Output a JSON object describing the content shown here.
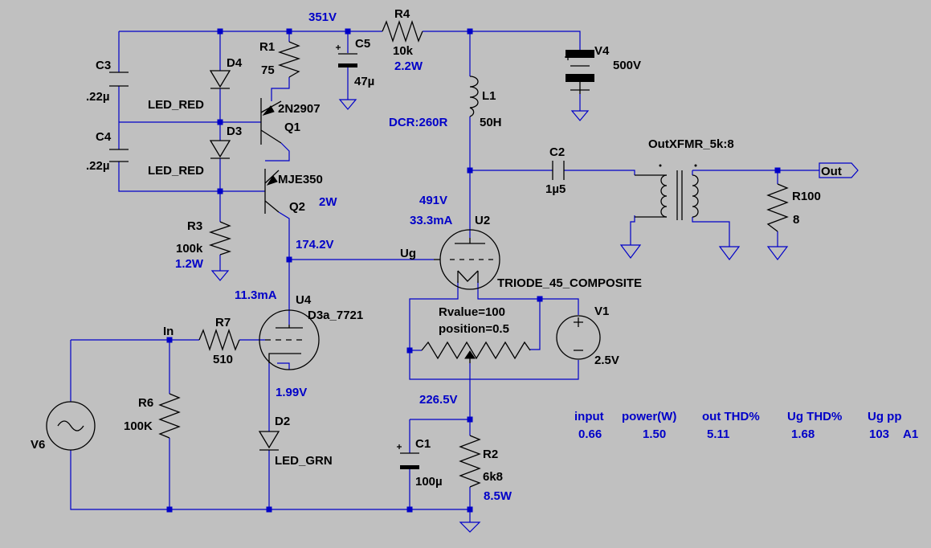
{
  "components": {
    "C3": {
      "name": "C3",
      "value": ".22µ"
    },
    "C4": {
      "name": "C4",
      "value": ".22µ"
    },
    "D4": {
      "name": "D4",
      "model": "LED_RED"
    },
    "D3": {
      "name": "D3",
      "model": "LED_RED"
    },
    "R1": {
      "name": "R1",
      "value": "75"
    },
    "Q1": {
      "name": "Q1",
      "model": "2N2907"
    },
    "Q2": {
      "name": "Q2",
      "model": "MJE350"
    },
    "C5": {
      "name": "C5",
      "value": "47µ"
    },
    "R4": {
      "name": "R4",
      "value": "10k",
      "power": "2.2W"
    },
    "V4": {
      "name": "V4",
      "value": "500V"
    },
    "L1": {
      "name": "L1",
      "value": "50H",
      "dcr": "DCR:260R"
    },
    "C2": {
      "name": "C2",
      "value": "1µ5"
    },
    "XFMR": {
      "model": "OutXFMR_5k:8"
    },
    "R100": {
      "name": "R100",
      "value": "8"
    },
    "R3": {
      "name": "R3",
      "value": "100k",
      "power": "1.2W"
    },
    "U2": {
      "name": "U2",
      "model": "TRIODE_45_COMPOSITE"
    },
    "U4": {
      "name": "U4",
      "model": "D3a_7721"
    },
    "R7": {
      "name": "R7",
      "value": "510"
    },
    "R6": {
      "name": "R6",
      "value": "100K"
    },
    "V6": {
      "name": "V6"
    },
    "D2": {
      "name": "D2",
      "model": "LED_GRN"
    },
    "C1": {
      "name": "C1",
      "value": "100µ"
    },
    "R2": {
      "name": "R2",
      "value": "6k8",
      "power": "8.5W"
    },
    "V1": {
      "name": "V1",
      "value": "2.5V"
    },
    "pot": {
      "rvalue": "Rvalue=100",
      "position": "position=0.5"
    }
  },
  "annotations": {
    "v351": "351V",
    "q2_power": "2W",
    "v491": "491V",
    "i33": "33.3mA",
    "v174": "174.2V",
    "i11": "11.3mA",
    "v199": "1.99V",
    "v226": "226.5V"
  },
  "net_labels": {
    "ug": "Ug",
    "in": "In",
    "out": "Out"
  },
  "results": {
    "headers": [
      "input",
      "power(W)",
      "out THD%",
      "Ug THD%",
      "Ug pp"
    ],
    "values": [
      "0.66",
      "1.50",
      "5.11",
      "1.68",
      "103"
    ],
    "tag": "A1"
  },
  "colors": {
    "background": "#c0c0c0",
    "wire": "#0000c8",
    "component": "#000000"
  }
}
